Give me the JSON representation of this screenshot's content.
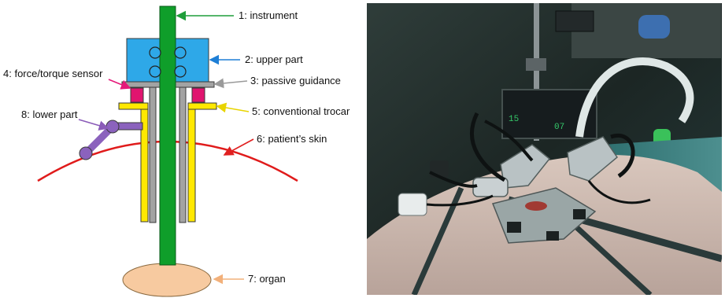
{
  "diagram": {
    "labels": [
      {
        "id": "instrument",
        "text": "1: instrument",
        "color": "#1f9e3a"
      },
      {
        "id": "upper_part",
        "text": "2: upper part",
        "color": "#1e7fd6"
      },
      {
        "id": "passive_guidance",
        "text": "3: passive guidance",
        "color": "#9a9a9a"
      },
      {
        "id": "force_torque_sensor",
        "text": "4: force/torque sensor",
        "color": "#e6197a"
      },
      {
        "id": "conventional_trocar",
        "text": "5: conventional trocar",
        "color": "#f2e200"
      },
      {
        "id": "patients_skin",
        "text": "6: patient’s skin",
        "color": "#e02020"
      },
      {
        "id": "organ",
        "text": "7: organ",
        "color": "#f2b07a"
      },
      {
        "id": "lower_part",
        "text": "8: lower part",
        "color": "#8a5bb8"
      }
    ],
    "colors": {
      "instrument": "#0f9e2a",
      "upper_part": "#2ea8e8",
      "passive_guidance": "#a3a3a3",
      "sensor": "#e0146f",
      "trocar": "#ffe800",
      "skin": "#e01b1b",
      "organ": "#f7caa0",
      "lower_part": "#8b62bd"
    }
  },
  "photo": {
    "panel": {
      "text_top": "15",
      "text_bottom": "07"
    }
  }
}
